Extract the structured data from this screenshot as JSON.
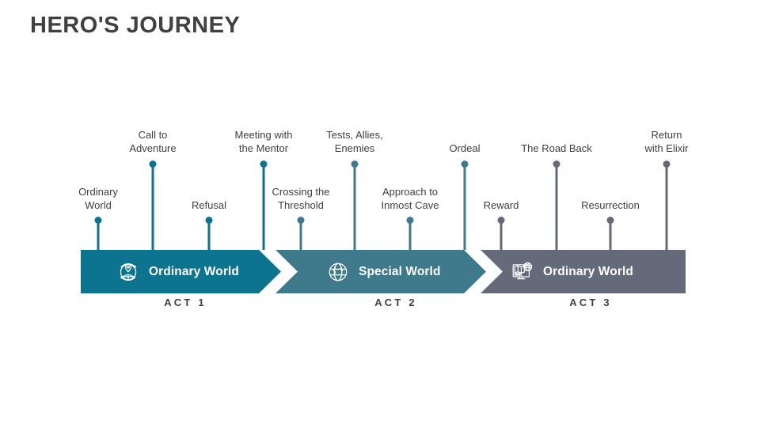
{
  "title": "HERO'S JOURNEY",
  "colors": {
    "act1": "#0d7490",
    "act2": "#3e7a8b",
    "act3": "#646a7a",
    "background": "#ffffff",
    "text": "#3f4044",
    "title_text": "#404040",
    "label_white": "#ffffff"
  },
  "acts": [
    {
      "caption": "ACT 1",
      "bar_label": "Ordinary World",
      "icon": "globe-pin-icon",
      "color": "#0d7490"
    },
    {
      "caption": "ACT 2",
      "bar_label": "Special World",
      "icon": "globe-icon",
      "color": "#3e7a8b"
    },
    {
      "caption": "ACT 3",
      "bar_label": "Ordinary World",
      "icon": "map-monitor-icon",
      "color": "#646a7a"
    }
  ],
  "milestones": [
    {
      "label": "Ordinary\nWorld",
      "act": 1,
      "row": "low",
      "color": "#0d7490"
    },
    {
      "label": "Call to\nAdventure",
      "act": 1,
      "row": "high",
      "color": "#0d7490"
    },
    {
      "label": "Refusal",
      "act": 1,
      "row": "low",
      "color": "#0d7490"
    },
    {
      "label": "Meeting with\nthe Mentor",
      "act": 1,
      "row": "high",
      "color": "#0d7490"
    },
    {
      "label": "Crossing the\nThreshold",
      "act": 2,
      "row": "low",
      "color": "#3e7a8b"
    },
    {
      "label": "Tests, Allies,\nEnemies",
      "act": 2,
      "row": "high",
      "color": "#3e7a8b"
    },
    {
      "label": "Approach to\nInmost Cave",
      "act": 2,
      "row": "low",
      "color": "#3e7a8b"
    },
    {
      "label": "Ordeal",
      "act": 2,
      "row": "high",
      "color": "#3e7a8b"
    },
    {
      "label": "Reward",
      "act": 3,
      "row": "low",
      "color": "#646a7a"
    },
    {
      "label": "The Road Back",
      "act": 3,
      "row": "high",
      "color": "#646a7a"
    },
    {
      "label": "Resurrection",
      "act": 3,
      "row": "low",
      "color": "#646a7a"
    },
    {
      "label": "Return\nwith Elixir",
      "act": 3,
      "row": "high",
      "color": "#646a7a"
    }
  ]
}
